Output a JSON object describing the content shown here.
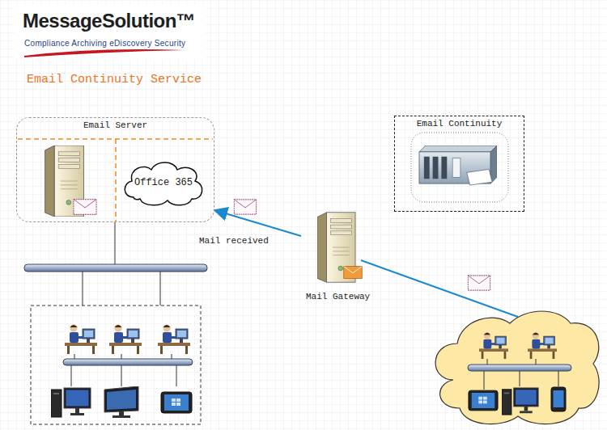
{
  "diagram": {
    "title": "Email Continuity Service",
    "nodes": [
      {
        "text": [
          "Email Server"
        ]
      },
      {
        "text": [
          "Office 365"
        ],
        "in": 0
      },
      {
        "text": [
          "Email Continuity"
        ]
      },
      {
        "text": [
          "Mail Gateway"
        ]
      }
    ],
    "edges": [
      {
        "from": 3,
        "to": 0,
        "label": "Mail received",
        "arrow": "to"
      }
    ],
    "labels": [
      "MessageSolution™",
      "Compliance Archiving eDiscovery Security"
    ]
  }
}
